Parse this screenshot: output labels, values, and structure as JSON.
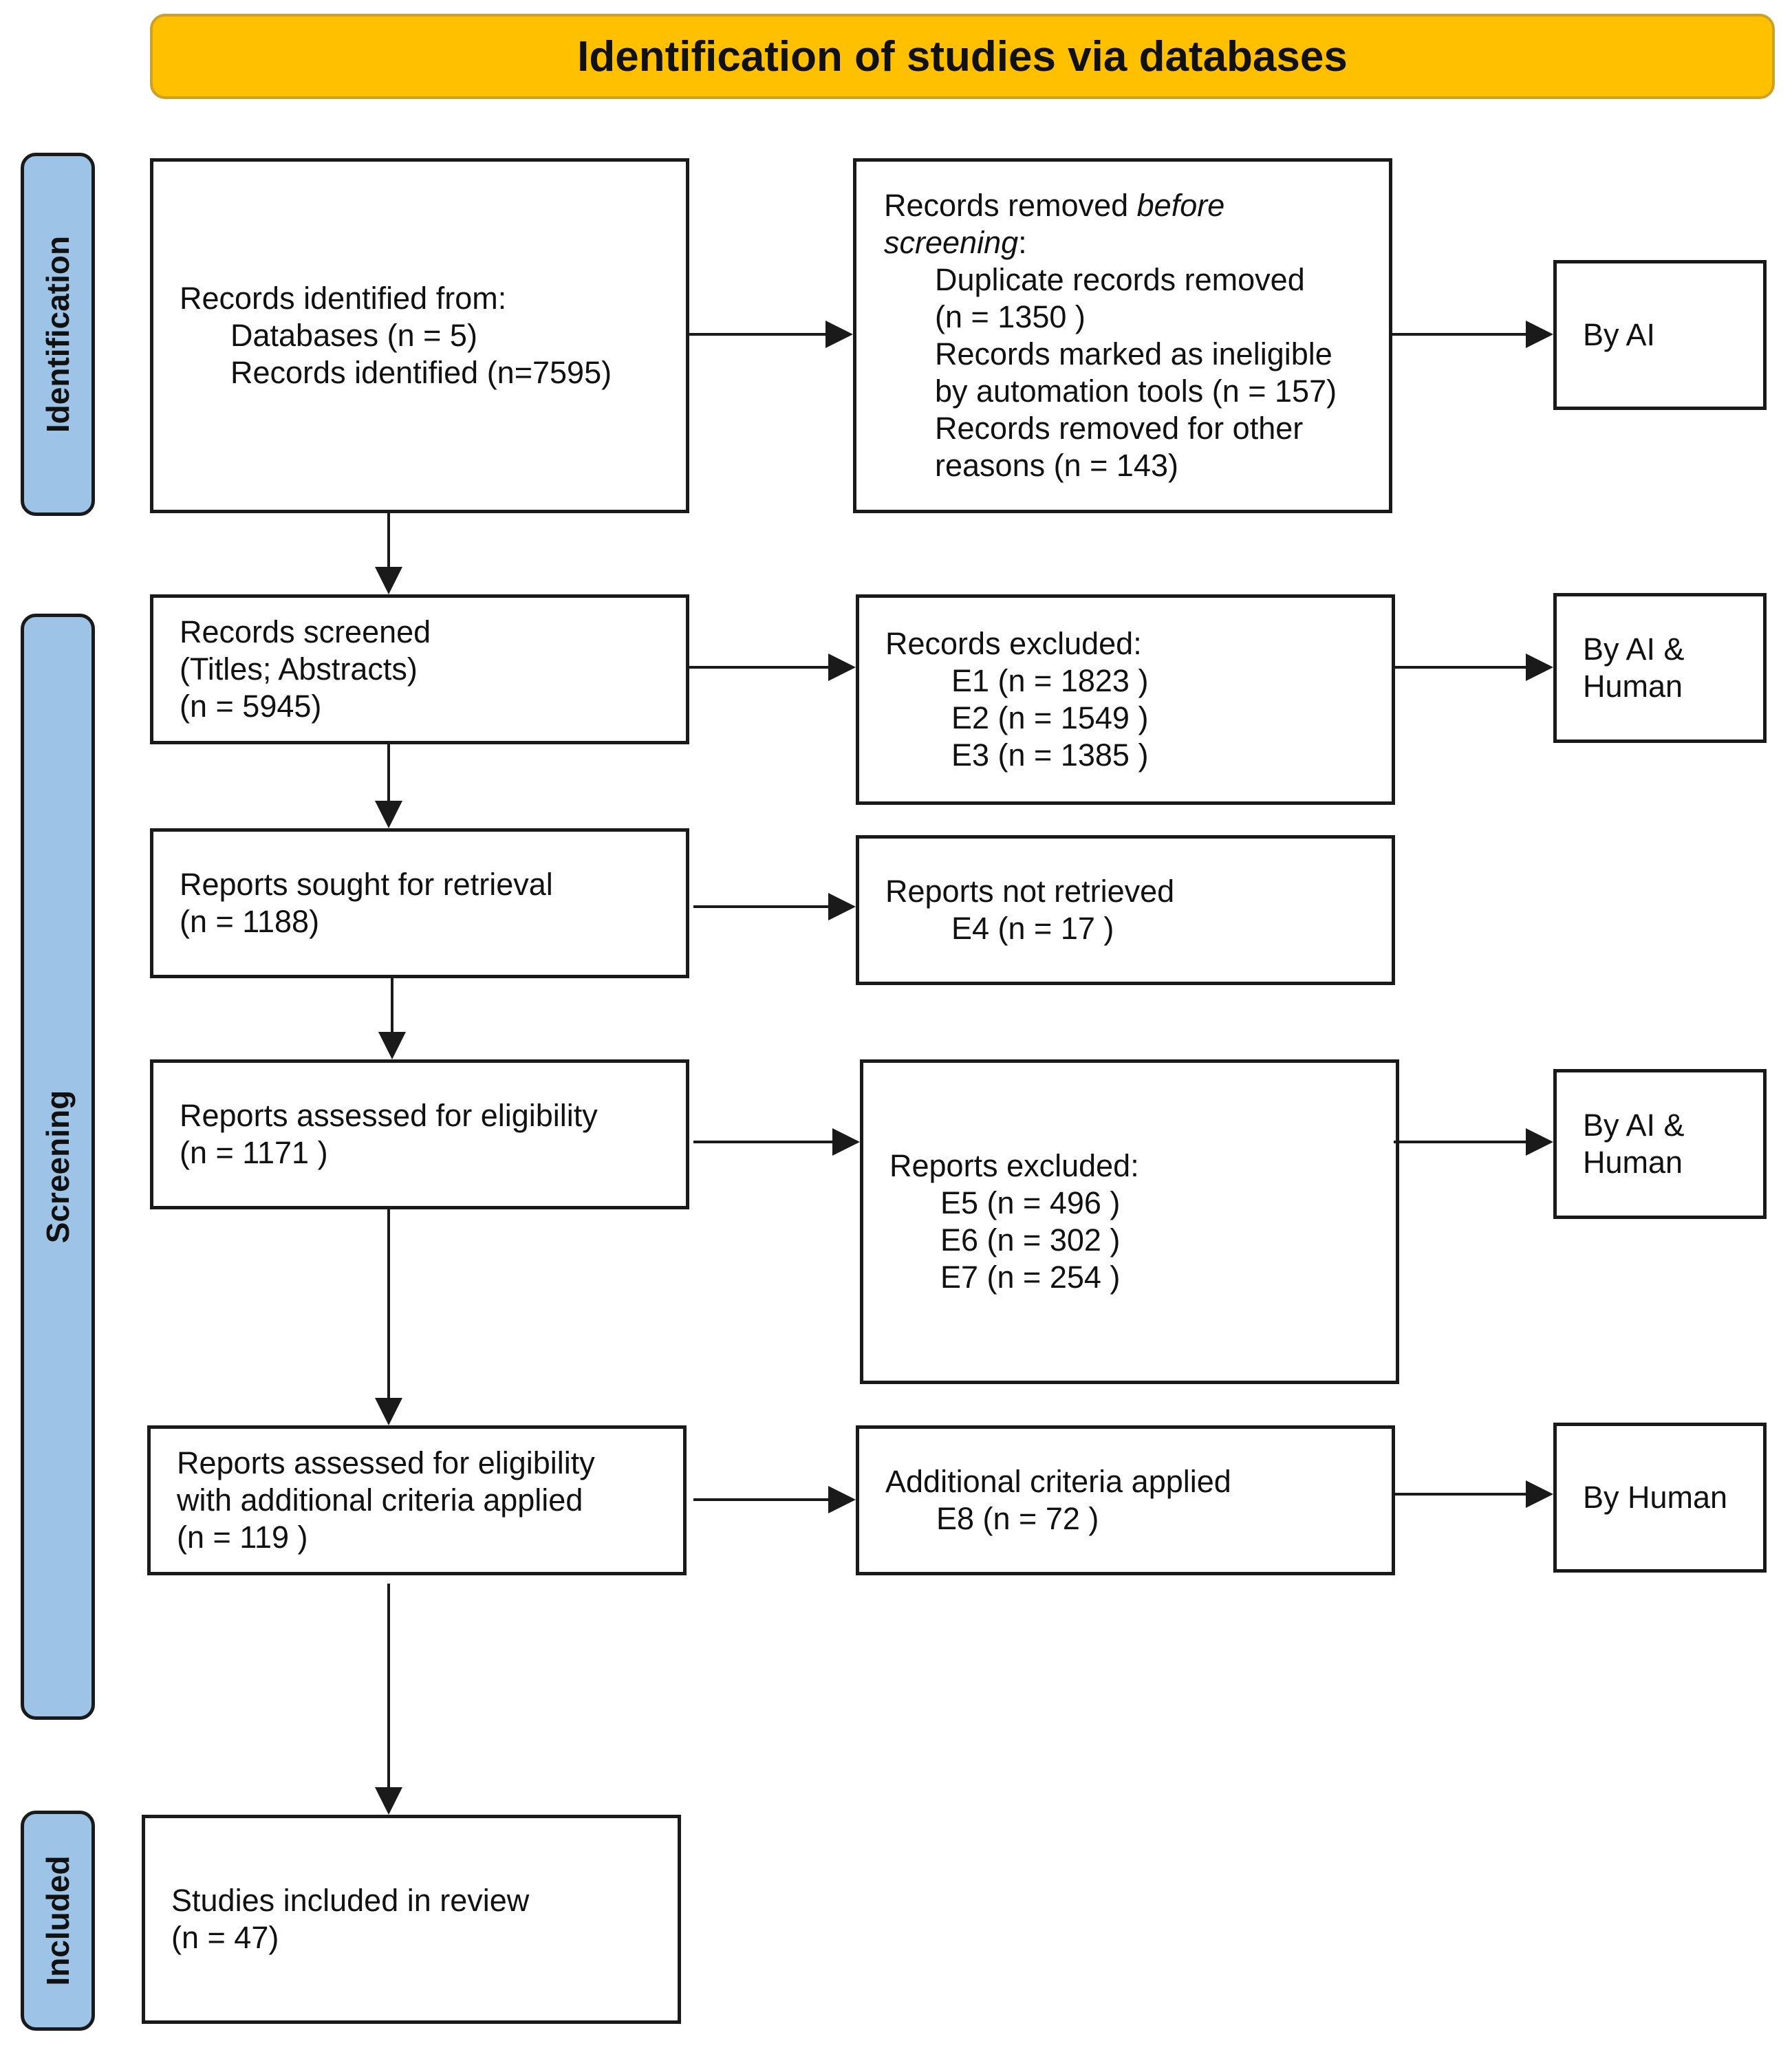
{
  "colors": {
    "banner": "#FFC000",
    "phase_fill": "#9DC3E6",
    "line": "#1a1a1a"
  },
  "header": {
    "title": "Identification of studies via databases"
  },
  "phases": {
    "identification": "Identification",
    "screening": "Screening",
    "included": "Included"
  },
  "identification_box": {
    "line1": "Records identified from:",
    "line2": "Databases (n = 5)",
    "line3": "Records identified  (n=7595)"
  },
  "removed_box": {
    "line1a": "Records removed ",
    "line1b": "before",
    "line2a": "screening",
    "line2b": ":",
    "line3": "Duplicate records removed",
    "line4": "(n = 1350 )",
    "line5": "Records marked as ineligible",
    "line6": "by automation tools (n = 157)",
    "line7": "Records removed for other",
    "line8": "reasons (n = 143)"
  },
  "by_ai_box": {
    "line1": "By AI"
  },
  "screened_box": {
    "line1": "Records screened",
    "line2": "(Titles; Abstracts)",
    "line3": "(n = 5945)"
  },
  "excluded_box": {
    "line1": "Records excluded:",
    "line2": "E1 (n = 1823 )",
    "line3": "E2 (n = 1549 )",
    "line4": "E3 (n = 1385 )"
  },
  "by_ai_human_box_1": {
    "line1": "By AI &",
    "line2": "Human"
  },
  "sought_box": {
    "line1": "Reports sought for retrieval",
    "line2": "(n = 1188)"
  },
  "not_retrieved_box": {
    "line1": "Reports not retrieved",
    "line2": "E4 (n = 17 )"
  },
  "assessed_box": {
    "line1": "Reports assessed for eligibility",
    "line2": "(n = 1171 )"
  },
  "reports_excluded_box": {
    "line1": "Reports excluded:",
    "line2": "E5 (n = 496 )",
    "line3": "E6 (n = 302 )",
    "line4": "E7 (n = 254 )"
  },
  "by_ai_human_box_2": {
    "line1": "By AI &",
    "line2": "Human"
  },
  "assessed_additional_box": {
    "line1": "Reports assessed for eligibility",
    "line2": "with additional criteria applied",
    "line3": "(n = 119 )"
  },
  "additional_criteria_box": {
    "line1": "Additional criteria applied",
    "line2": "E8 (n = 72 )"
  },
  "by_human_box": {
    "line1": "By Human"
  },
  "included_box": {
    "line1": "Studies included in review",
    "line2": "(n = 47)"
  }
}
